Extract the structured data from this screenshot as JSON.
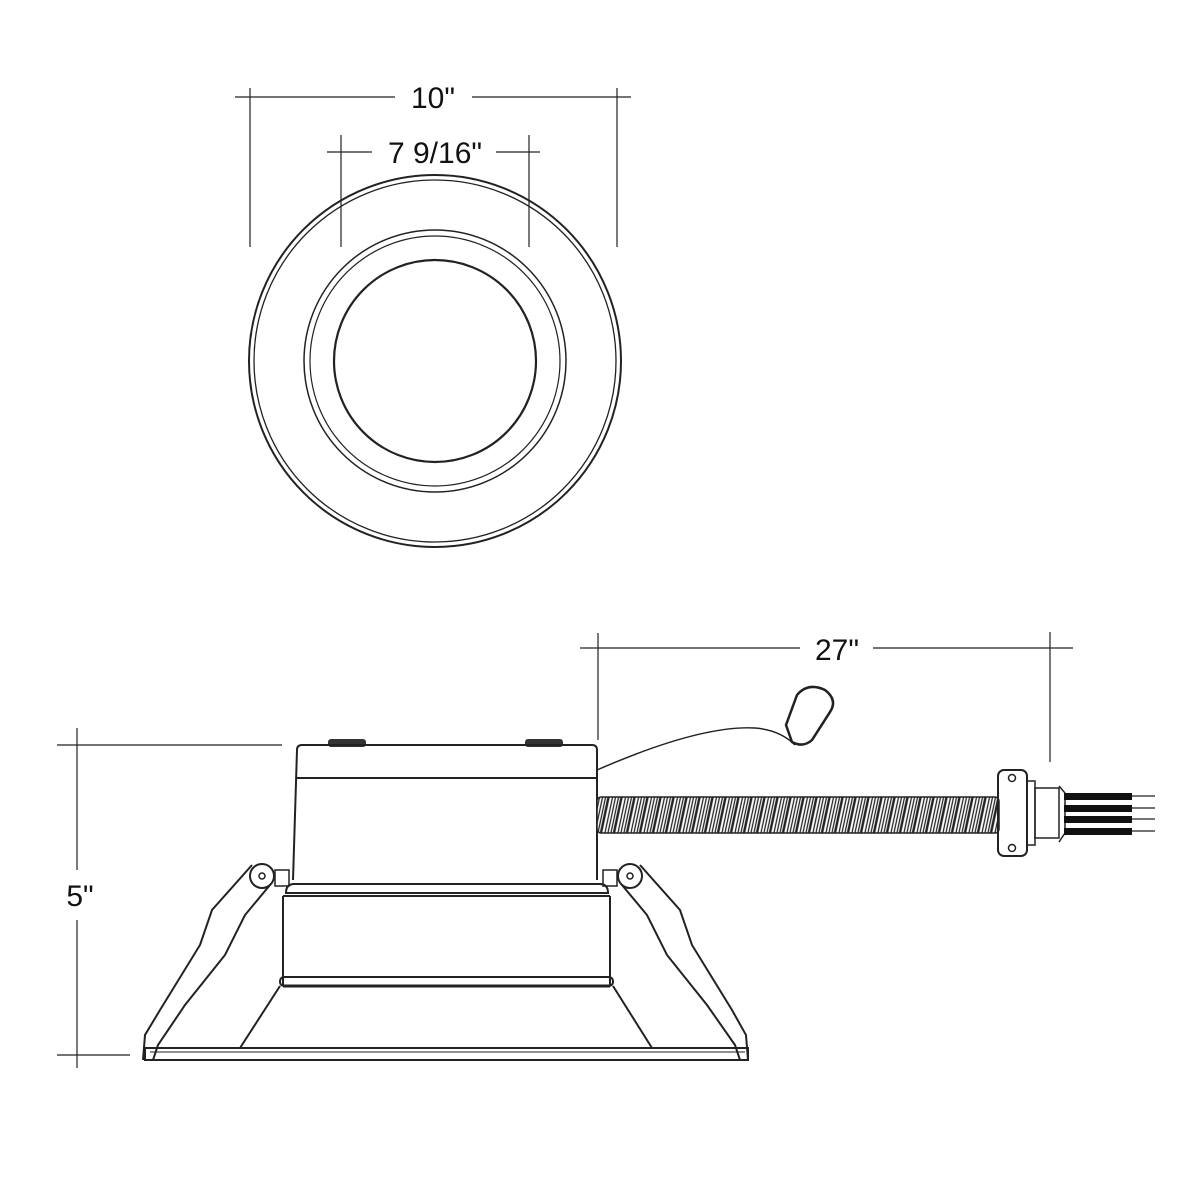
{
  "top_view": {
    "overall_diameter_label": "10\"",
    "cutout_diameter_label": "7 9/16\""
  },
  "side_view": {
    "height_label": "5\"",
    "whip_length_label": "27\""
  },
  "colors": {
    "line": "#222222",
    "background": "#ffffff"
  }
}
